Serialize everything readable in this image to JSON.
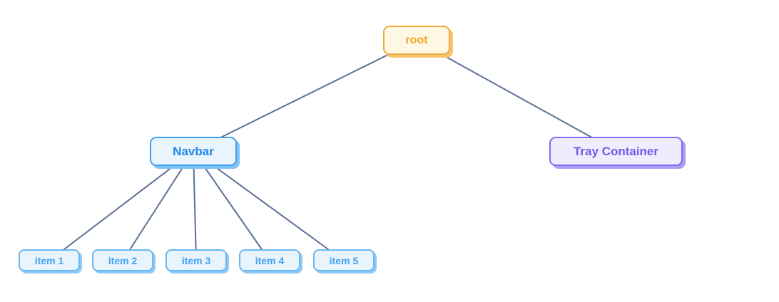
{
  "diagram": {
    "type": "tree",
    "background_color": "#ffffff",
    "edge_color": "#5b7194",
    "nodes": {
      "root": {
        "label": "root",
        "bg_color": "#fdf7e3",
        "border_color": "#f2a940",
        "text_color": "#f5a623",
        "shadow_color": "#f6c56e"
      },
      "navbar": {
        "label": "Navbar",
        "bg_color": "#eaf4fd",
        "border_color": "#41a0ed",
        "text_color": "#1e88e5",
        "shadow_color": "#7ec4f4"
      },
      "tray": {
        "label": "Tray Container",
        "bg_color": "#efecfd",
        "border_color": "#7f6cef",
        "text_color": "#6c5ce7",
        "shadow_color": "#a99df6"
      },
      "item1": {
        "label": "item 1",
        "bg_color": "#e9f4fd",
        "border_color": "#69b8f1",
        "text_color": "#42a0ed",
        "shadow_color": "#90caf5"
      },
      "item2": {
        "label": "item 2",
        "bg_color": "#e9f4fd",
        "border_color": "#69b8f1",
        "text_color": "#42a0ed",
        "shadow_color": "#90caf5"
      },
      "item3": {
        "label": "item 3",
        "bg_color": "#e9f4fd",
        "border_color": "#69b8f1",
        "text_color": "#42a0ed",
        "shadow_color": "#90caf5"
      },
      "item4": {
        "label": "item 4",
        "bg_color": "#e9f4fd",
        "border_color": "#69b8f1",
        "text_color": "#42a0ed",
        "shadow_color": "#90caf5"
      },
      "item5": {
        "label": "item 5",
        "bg_color": "#e9f4fd",
        "border_color": "#69b8f1",
        "text_color": "#42a0ed",
        "shadow_color": "#90caf5"
      }
    },
    "edges": [
      {
        "from": "root",
        "to": "navbar"
      },
      {
        "from": "root",
        "to": "tray"
      },
      {
        "from": "navbar",
        "to": "item1"
      },
      {
        "from": "navbar",
        "to": "item2"
      },
      {
        "from": "navbar",
        "to": "item3"
      },
      {
        "from": "navbar",
        "to": "item4"
      },
      {
        "from": "navbar",
        "to": "item5"
      }
    ]
  }
}
